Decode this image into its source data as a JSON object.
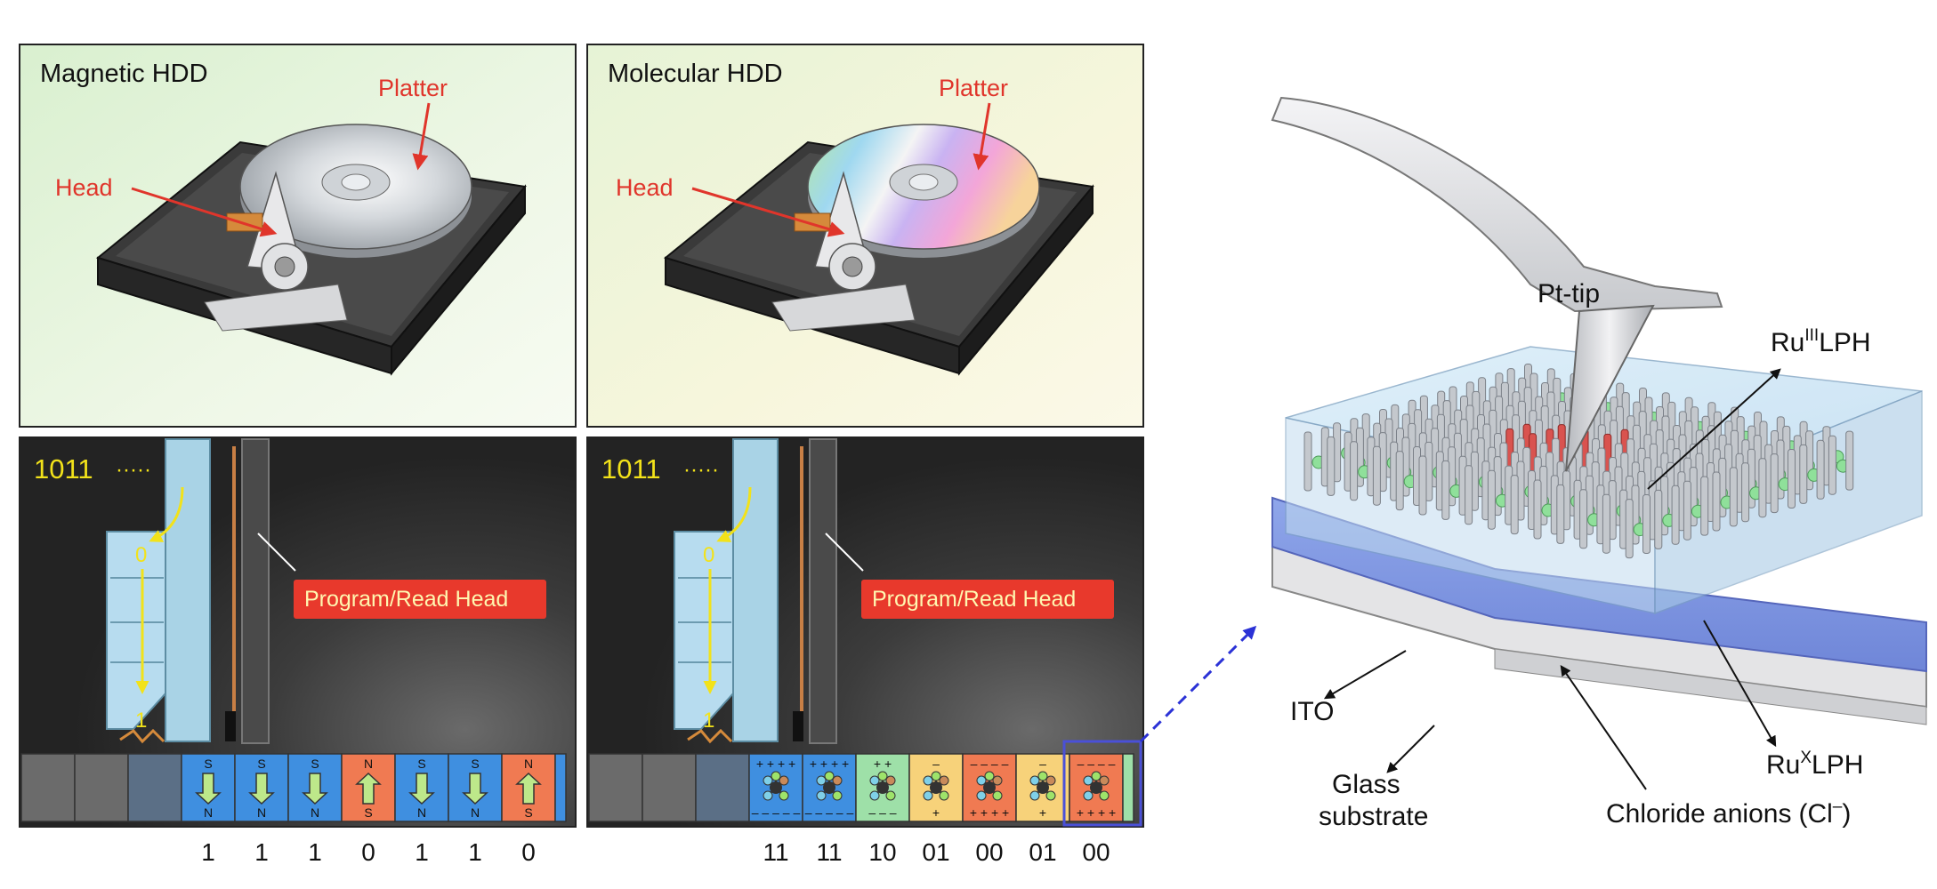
{
  "panels": {
    "magnetic": {
      "title": "Magnetic HDD",
      "platter_label": "Platter",
      "head_label": "Head",
      "code": "1011",
      "code_dots": "·····",
      "code_zero": "0",
      "arm_zero": "0",
      "arm_one": "1",
      "head_tag": "Program/Read Head",
      "cells": [
        {
          "top": "S",
          "bottom": "N",
          "dir": "down",
          "color": "#3f8fe0"
        },
        {
          "top": "S",
          "bottom": "N",
          "dir": "down",
          "color": "#3f8fe0"
        },
        {
          "top": "S",
          "bottom": "N",
          "dir": "down",
          "color": "#3f8fe0"
        },
        {
          "top": "N",
          "bottom": "S",
          "dir": "up",
          "color": "#f07a52"
        },
        {
          "top": "S",
          "bottom": "N",
          "dir": "down",
          "color": "#3f8fe0"
        },
        {
          "top": "S",
          "bottom": "N",
          "dir": "down",
          "color": "#3f8fe0"
        },
        {
          "top": "N",
          "bottom": "S",
          "dir": "up",
          "color": "#f07a52"
        }
      ],
      "bits": [
        "1",
        "1",
        "1",
        "0",
        "1",
        "1",
        "0"
      ]
    },
    "molecular": {
      "title": "Molecular HDD",
      "platter_label": "Platter",
      "head_label": "Head",
      "code": "1011",
      "code_dots": "·····",
      "code_zero": "0",
      "arm_zero": "0",
      "arm_one": "1",
      "head_tag": "Program/Read Head",
      "cells": [
        {
          "top": "+ + + +",
          "bottom": "– – – – –",
          "color": "#3f8fe0"
        },
        {
          "top": "+ + + +",
          "bottom": "– – – – –",
          "color": "#3f8fe0"
        },
        {
          "top": "+ +",
          "bottom": "– – –",
          "color": "#9ee0a8"
        },
        {
          "top": "–",
          "bottom": "+",
          "color": "#f7d27a"
        },
        {
          "top": "– – – –",
          "bottom": "+ + + +",
          "color": "#f07a52"
        },
        {
          "top": "–",
          "bottom": "+",
          "color": "#f7d27a"
        },
        {
          "top": "– – – –",
          "bottom": "+ + + +",
          "color": "#f07a52"
        }
      ],
      "bits": [
        "11",
        "11",
        "10",
        "01",
        "00",
        "01",
        "00"
      ]
    }
  },
  "device": {
    "tip_label": "Pt-tip",
    "ru3_prefix": "Ru",
    "ru3_sup": "III",
    "ru3_suffix": "LPH",
    "rux_prefix": "Ru",
    "rux_sup": "X",
    "rux_suffix": "LPH",
    "ito_label": "ITO",
    "glass_line1": "Glass",
    "glass_line2": "substrate",
    "chloride_label": "Chloride anions",
    "chloride_formula_pre": "(Cl",
    "chloride_formula_sup": "–",
    "chloride_formula_post": ")"
  },
  "colors": {
    "label_red": "#e0352b",
    "code_yellow": "#f2e21a",
    "tag_red": "#e8392c",
    "tag_text": "#fff7b0",
    "highlight_blue": "#4a50d8",
    "pillar_red": "#d9534f",
    "sphere_green": "#8fe09a"
  }
}
